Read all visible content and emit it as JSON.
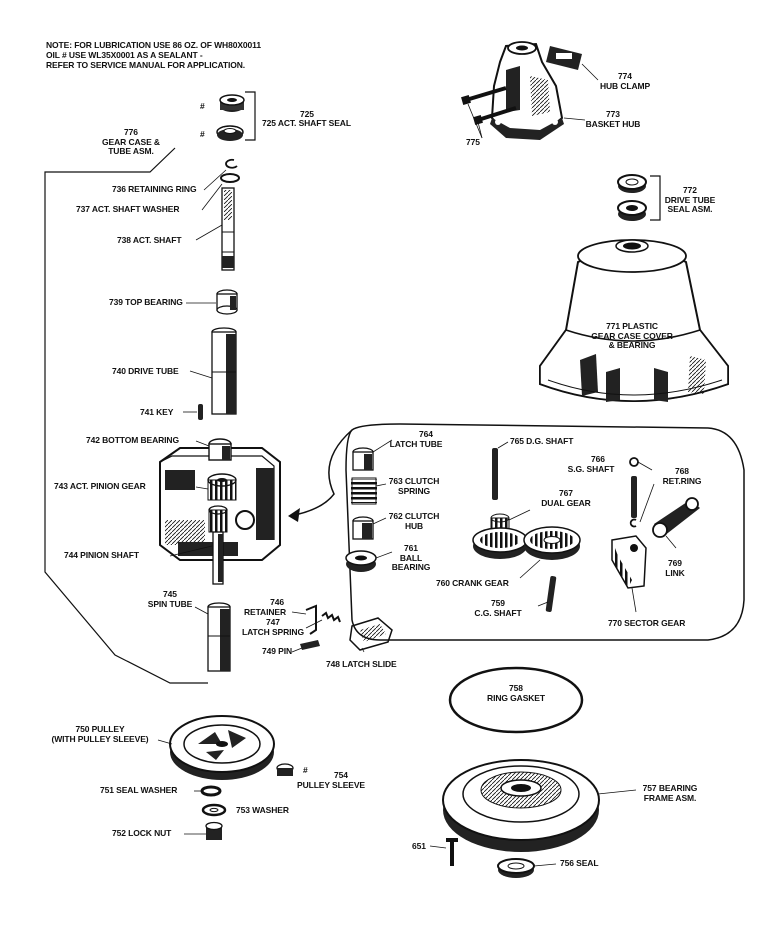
{
  "note": {
    "line1": "NOTE: FOR LUBRICATION USE 86 OZ. OF WH80X0011",
    "line2": "OIL  # USE WL35X0001 AS A SEALANT -",
    "line3": "REFER TO SERVICE MANUAL FOR APPLICATION."
  },
  "parts": {
    "p725": "725 ACT. SHAFT SEAL",
    "p776a": "776",
    "p776b": "GEAR CASE &",
    "p776c": "TUBE ASM.",
    "p736": "736 RETAINING RING",
    "p737": "737  ACT. SHAFT WASHER",
    "p738": "738 ACT. SHAFT",
    "p739": "739 TOP BEARING",
    "p740": "740 DRIVE TUBE",
    "p741": "741 KEY",
    "p742": "742 BOTTOM BEARING",
    "p743": "743 ACT. PINION GEAR",
    "p744": "744 PINION SHAFT",
    "p745a": "745",
    "p745b": "SPIN TUBE",
    "p746a": "746",
    "p746b": "RETAINER",
    "p747a": "747",
    "p747b": "LATCH SPRING",
    "p749": "749 PIN",
    "p748": "748 LATCH SLIDE",
    "p750a": "750 PULLEY",
    "p750b": "(WITH PULLEY SLEEVE)",
    "p751": "751 SEAL WASHER",
    "p753": "753 WASHER",
    "p752": "752 LOCK NUT",
    "p754a": "754",
    "p754b": "PULLEY SLEEVE",
    "p774a": "774",
    "p774b": "HUB CLAMP",
    "p773a": "773",
    "p773b": "BASKET HUB",
    "p775": "775",
    "p772a": "772",
    "p772b": "DRIVE TUBE",
    "p772c": "SEAL ASM.",
    "p771a": "771 PLASTIC",
    "p771b": "GEAR CASE COVER",
    "p771c": "& BEARING",
    "p764a": "764",
    "p764b": "LATCH TUBE",
    "p763a": "763 CLUTCH",
    "p763b": "SPRING",
    "p762a": "762 CLUTCH",
    "p762b": "HUB",
    "p761a": "761",
    "p761b": "BALL",
    "p761c": "BEARING",
    "p765": "765 D.G. SHAFT",
    "p766a": "766",
    "p766b": "S.G. SHAFT",
    "p768a": "768",
    "p768b": "RET.RING",
    "p767a": "767",
    "p767b": "DUAL GEAR",
    "p760": "760 CRANK GEAR",
    "p759a": "759",
    "p759b": "C.G. SHAFT",
    "p769a": "769",
    "p769b": "LINK",
    "p770": "770 SECTOR GEAR",
    "p758a": "758",
    "p758b": "RING GASKET",
    "p757a": "757 BEARING",
    "p757b": "FRAME ASM.",
    "p651": "651",
    "p756": "756 SEAL",
    "hash1": "#",
    "hash2": "#",
    "hash3": "#"
  }
}
